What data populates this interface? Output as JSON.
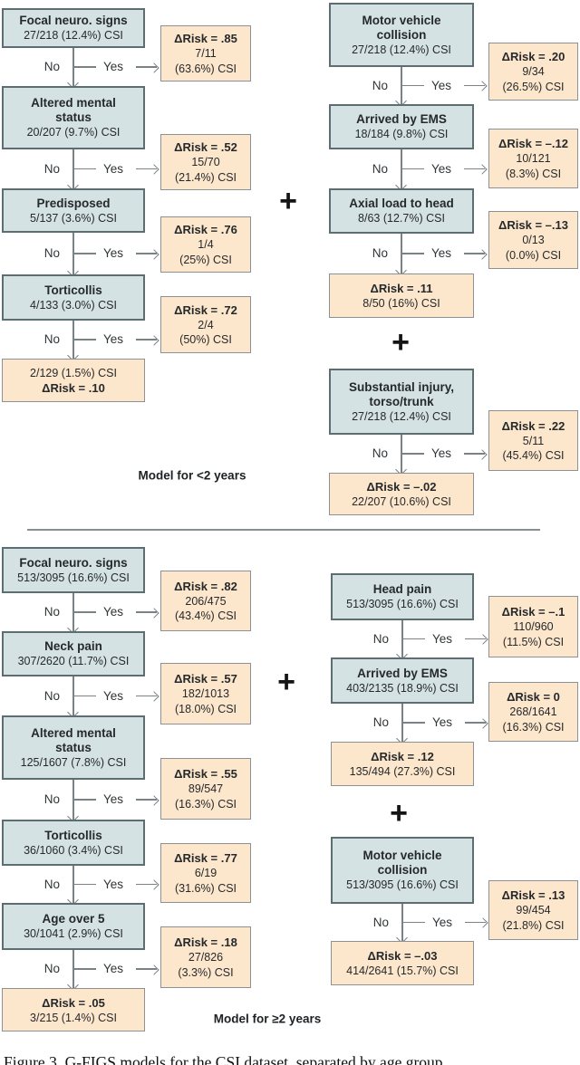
{
  "labels": {
    "no": "No",
    "yes": "Yes",
    "plus": "+",
    "model_under2": "Model for <2 years",
    "model_over2": "Model for ≥2 years",
    "caption": "Figure 3. G-FIGS models for the CSI dataset, separated by age group"
  },
  "colors": {
    "node_fill": "#d4e2e4",
    "node_border": "#5d6e72",
    "leaf_fill": "#fce6cc",
    "leaf_border": "#8d9193",
    "arrow": "#7a8285",
    "text": "#26292b"
  },
  "t1": {
    "nodes": [
      {
        "title": "Focal neuro. signs",
        "stats": "27/218 (12.4%) CSI"
      },
      {
        "title": "Altered mental\nstatus",
        "stats": "20/207 (9.7%) CSI"
      },
      {
        "title": "Predisposed",
        "stats": "5/137 (3.6%) CSI"
      },
      {
        "title": "Torticollis",
        "stats": "4/133 (3.0%) CSI"
      }
    ],
    "leaves": [
      {
        "risk": "ΔRisk = .85",
        "count": "7/11",
        "pct": "(63.6%) CSI"
      },
      {
        "risk": "ΔRisk = .52",
        "count": "15/70",
        "pct": "(21.4%) CSI"
      },
      {
        "risk": "ΔRisk = .76",
        "count": "1/4",
        "pct": "(25%) CSI"
      },
      {
        "risk": "ΔRisk = .72",
        "count": "2/4",
        "pct": "(50%) CSI"
      }
    ],
    "final": {
      "stats": "2/129 (1.5%) CSI",
      "risk": "ΔRisk = .10"
    }
  },
  "t2": {
    "nodes": [
      {
        "title": "Motor vehicle\ncollision",
        "stats": "27/218 (12.4%) CSI"
      },
      {
        "title": "Arrived by EMS",
        "stats": "18/184 (9.8%) CSI"
      },
      {
        "title": "Axial load to head",
        "stats": "8/63 (12.7%) CSI"
      },
      {
        "title": "Substantial injury,\ntorso/trunk",
        "stats": "27/218 (12.4%) CSI"
      }
    ],
    "leaves": [
      {
        "risk": "ΔRisk = .20",
        "count": "9/34",
        "pct": "(26.5%) CSI"
      },
      {
        "risk": "ΔRisk = –.12",
        "count": "10/121",
        "pct": "(8.3%) CSI"
      },
      {
        "risk": "ΔRisk = –.13",
        "count": "0/13",
        "pct": "(0.0%) CSI"
      },
      {
        "risk": "ΔRisk = .22",
        "count": "5/11",
        "pct": "(45.4%) CSI"
      }
    ],
    "final1": {
      "risk": "ΔRisk = .11",
      "stats": "8/50 (16%) CSI"
    },
    "final2": {
      "risk": "ΔRisk = –.02",
      "stats": "22/207 (10.6%) CSI"
    }
  },
  "t3": {
    "nodes": [
      {
        "title": "Focal neuro. signs",
        "stats": "513/3095 (16.6%) CSI"
      },
      {
        "title": "Neck pain",
        "stats": "307/2620 (11.7%) CSI"
      },
      {
        "title": "Altered mental\nstatus",
        "stats": "125/1607 (7.8%) CSI"
      },
      {
        "title": "Torticollis",
        "stats": "36/1060 (3.4%) CSI"
      },
      {
        "title": "Age over 5",
        "stats": "30/1041 (2.9%) CSI"
      }
    ],
    "leaves": [
      {
        "risk": "ΔRisk = .82",
        "count": "206/475",
        "pct": "(43.4%) CSI"
      },
      {
        "risk": "ΔRisk = .57",
        "count": "182/1013",
        "pct": "(18.0%) CSI"
      },
      {
        "risk": "ΔRisk = .55",
        "count": "89/547",
        "pct": "(16.3%) CSI"
      },
      {
        "risk": "ΔRisk = .77",
        "count": "6/19",
        "pct": "(31.6%) CSI"
      },
      {
        "risk": "ΔRisk = .18",
        "count": "27/826",
        "pct": "(3.3%) CSI"
      }
    ],
    "final": {
      "risk": "ΔRisk = .05",
      "stats": "3/215 (1.4%) CSI"
    }
  },
  "t4": {
    "nodes": [
      {
        "title": "Head pain",
        "stats": "513/3095 (16.6%) CSI"
      },
      {
        "title": "Arrived by EMS",
        "stats": "403/2135 (18.9%) CSI"
      },
      {
        "title": "Motor vehicle\ncollision",
        "stats": "513/3095 (16.6%) CSI"
      }
    ],
    "leaves": [
      {
        "risk": "ΔRisk = –.1",
        "count": "110/960",
        "pct": "(11.5%) CSI"
      },
      {
        "risk": "ΔRisk = 0",
        "count": "268/1641",
        "pct": "(16.3%) CSI"
      },
      {
        "risk": "ΔRisk = .13",
        "count": "99/454",
        "pct": "(21.8%) CSI"
      }
    ],
    "final1": {
      "risk": "ΔRisk = .12",
      "stats": "135/494 (27.3%) CSI"
    },
    "final2": {
      "risk": "ΔRisk = –.03",
      "stats": "414/2641 (15.7%) CSI"
    }
  }
}
